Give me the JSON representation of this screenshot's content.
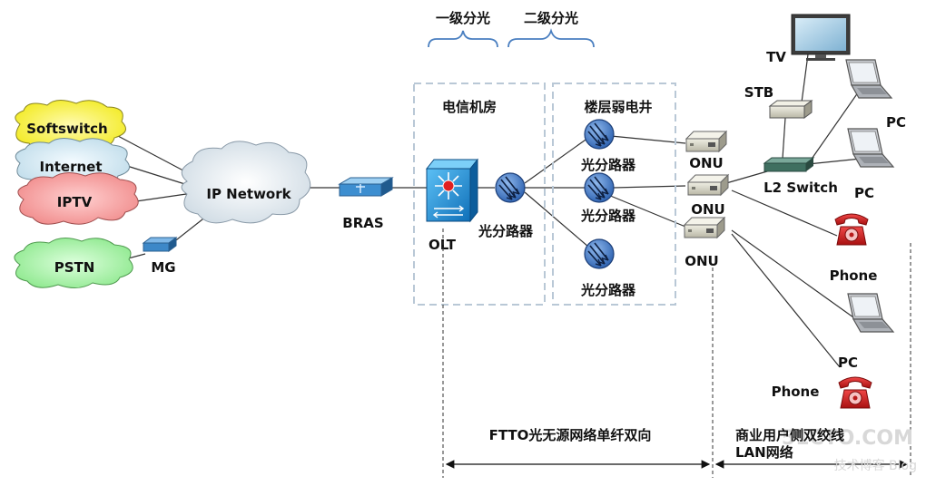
{
  "labels": {
    "softswitch": "Softswitch",
    "internet": "Internet",
    "iptv": "IPTV",
    "pstn": "PSTN",
    "mg": "MG",
    "ip_network": "IP Network",
    "bras": "BRAS",
    "olt": "OLT",
    "stage1": "一级分光",
    "stage2": "二级分光",
    "telecom_room": "电信机房",
    "floor_shaft": "楼层弱电井",
    "splitter_main": "光分路器",
    "splitter_a": "光分路器",
    "splitter_b": "光分路器",
    "splitter_c": "光分路器",
    "onu_1": "ONU",
    "onu_2": "ONU",
    "onu_3": "ONU",
    "tv": "TV",
    "stb": "STB",
    "l2switch": "L2 Switch",
    "pc_1": "PC",
    "pc_2": "PC",
    "pc_3": "PC",
    "phone_1": "Phone",
    "phone_2": "Phone",
    "ftto": "FTTO光无源网络单纤双向",
    "lan_line1": "商业用户侧双绞线",
    "lan_line2": "LAN网络"
  },
  "watermark": {
    "line1": "51CTO.COM",
    "line2": "技术博客   Blog"
  },
  "colors": {
    "softswitch_cloud": "#f7f24a",
    "internet_cloud": "#d3e9f3",
    "iptv_cloud": "#f6a0a0",
    "pstn_cloud": "#a4f2a4",
    "ipnet_cloud": "#e8eef3",
    "olt_blue": "#1d8fd6",
    "splitter_blue": "#3a78c8",
    "phone_red": "#d42323",
    "box_dash": "#b9c8d6"
  }
}
